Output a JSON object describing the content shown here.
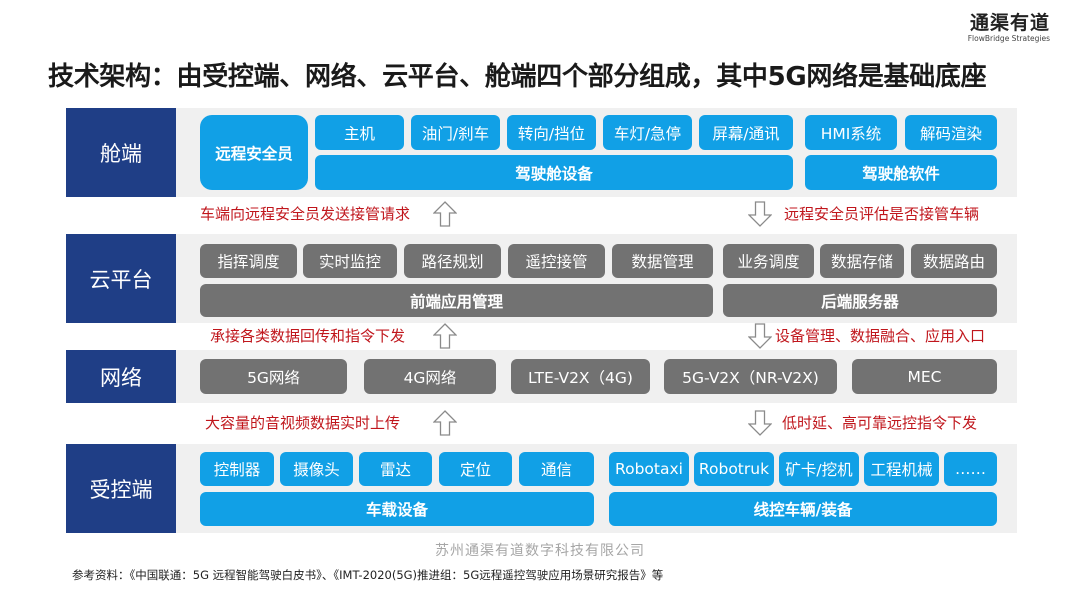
{
  "logo": {
    "cn": "通渠有道",
    "en": "FlowBridge Strategies"
  },
  "title": "技术架构：由受控端、网络、云平台、舱端四个部分组成，其中5G网络是基础底座",
  "layers": {
    "cabin": {
      "label": "舱端",
      "safety_officer": "远程安全员",
      "hardware_items": [
        "主机",
        "油门/刹车",
        "转向/挡位",
        "车灯/急停",
        "屏幕/通讯"
      ],
      "hardware_group": "驾驶舱设备",
      "software_items": [
        "HMI系统",
        "解码渲染"
      ],
      "software_group": "驾驶舱软件"
    },
    "cloud": {
      "label": "云平台",
      "frontend_items": [
        "指挥调度",
        "实时监控",
        "路径规划",
        "遥控接管",
        "数据管理"
      ],
      "frontend_group": "前端应用管理",
      "backend_items": [
        "业务调度",
        "数据存储",
        "数据路由"
      ],
      "backend_group": "后端服务器"
    },
    "network": {
      "label": "网络",
      "items": [
        "5G网络",
        "4G网络",
        "LTE-V2X（4G)",
        "5G-V2X（NR-V2X)",
        "MEC"
      ]
    },
    "controlled": {
      "label": "受控端",
      "onboard_items": [
        "控制器",
        "摄像头",
        "雷达",
        "定位",
        "通信"
      ],
      "onboard_group": "车载设备",
      "vehicle_items": [
        "Robotaxi",
        "Robotruk",
        "矿卡/挖机",
        "工程机械",
        "……"
      ],
      "vehicle_group": "线控车辆/装备"
    }
  },
  "flows": {
    "up_1": "车端向远程安全员发送接管请求",
    "down_1": "远程安全员评估是否接管车辆",
    "up_2": "承接各类数据回传和指令下发",
    "down_2": "设备管理、数据融合、应用入口",
    "up_3": "大容量的音视频数据实时上传",
    "down_3": "低时延、高可靠远控指令下发"
  },
  "watermark": "苏州通渠有道数字科技有限公司",
  "source": "参考资料：《中国联通：5G 远程智能驾驶白皮书》、《IMT-2020(5G)推进组：5G远程遥控驾驶应用场景研究报告》等",
  "colors": {
    "label_bg": "#1f3e86",
    "blue_box": "#11a0e6",
    "gray_box": "#727272",
    "band_bg": "#f0f0f0",
    "note_red": "#c0161c"
  },
  "icons": {
    "up": "hollow-up-arrow",
    "down": "hollow-down-arrow"
  }
}
